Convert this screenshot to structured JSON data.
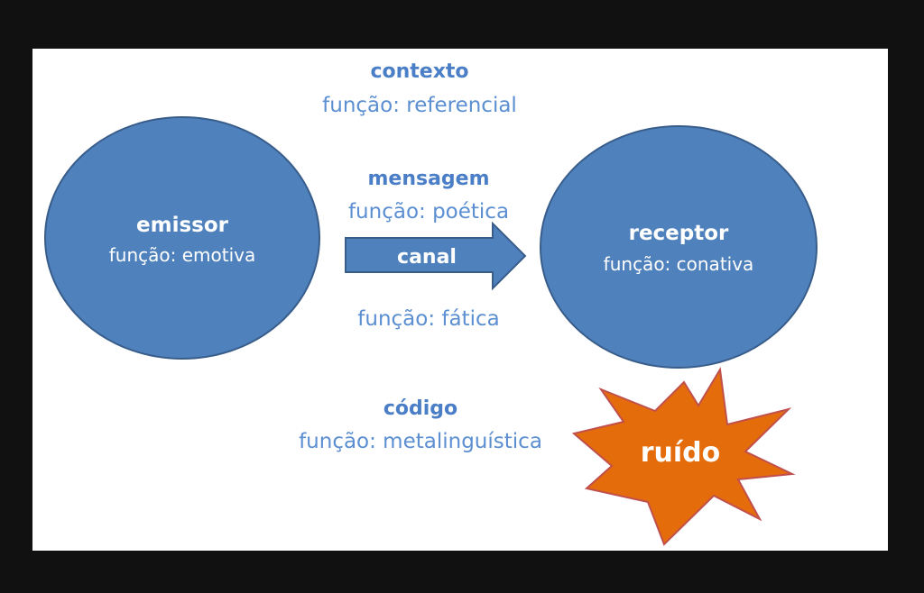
{
  "colors": {
    "background": "#111111",
    "canvas": "#ffffff",
    "ellipse_fill": "#4f81bd",
    "ellipse_stroke": "#385d8a",
    "label_blue_bold": "#4a7ec7",
    "label_blue": "#5b8fd1",
    "star_fill": "#e46c0a",
    "star_stroke": "#c0504d",
    "white": "#ffffff"
  },
  "emissor": {
    "title": "emissor",
    "function": "função: emotiva"
  },
  "receptor": {
    "title": "receptor",
    "function": "função: conativa"
  },
  "contexto": {
    "title": "contexto",
    "function": "função: referencial"
  },
  "mensagem": {
    "title": "mensagem",
    "function": "função: poética"
  },
  "canal": {
    "title": "canal",
    "function": "função: fática"
  },
  "codigo": {
    "title": "código",
    "function": "função: metalinguística"
  },
  "ruido": {
    "title": "ruído"
  }
}
